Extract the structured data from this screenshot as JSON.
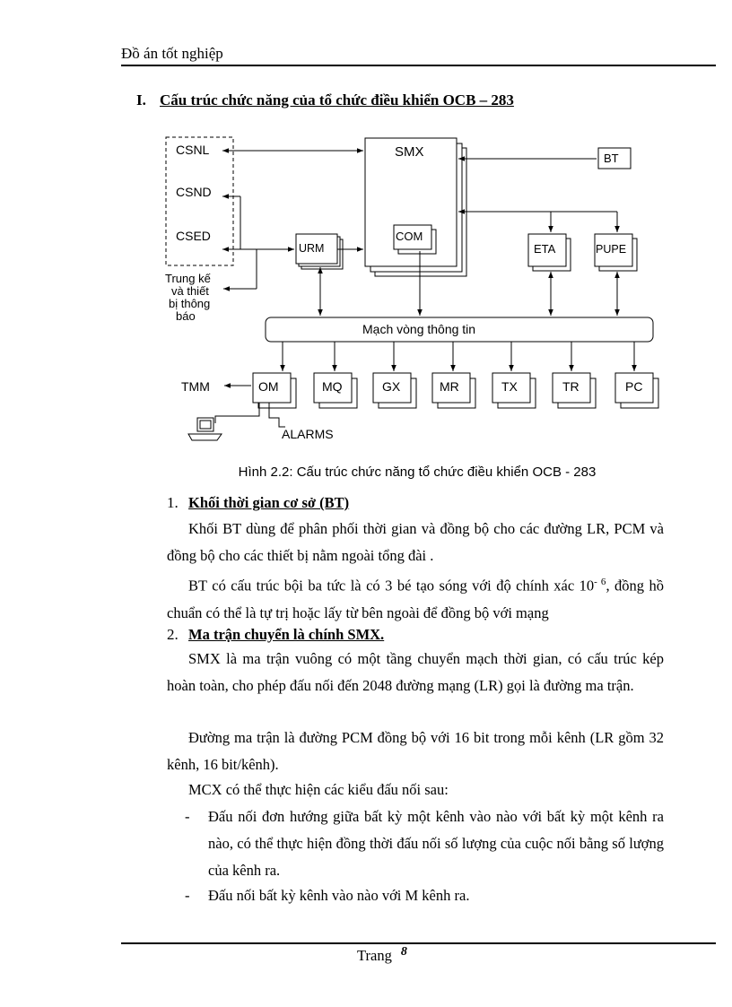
{
  "header": {
    "title": "Đồ án tốt nghiệp"
  },
  "section": {
    "number": "I.",
    "title": "Cấu trúc chức năng của tổ chức điều khiển OCB – 283"
  },
  "diagram": {
    "csnl": "CSNL",
    "csnd": "CSND",
    "csed": "CSED",
    "trunk_l1": "Trung kế",
    "trunk_l2": "và thiết",
    "trunk_l3": "bị thông",
    "trunk_l4": "báo",
    "smx": "SMX",
    "com": "COM",
    "bt": "BT",
    "urm": "URM",
    "eta": "ETA",
    "pupe": "PUPE",
    "ring": "Mạch vòng thông tin",
    "tmm": "TMM",
    "om": "OM",
    "mq": "MQ",
    "gx": "GX",
    "mr": "MR",
    "tx": "TX",
    "tr": "TR",
    "pc": "PC",
    "alarms": "ALARMS"
  },
  "caption": "Hình 2.2: Cấu trúc chức năng tổ chức điều khiển OCB - 283",
  "s1": {
    "number": "1.",
    "title": "Khối thời gian cơ sở (BT)",
    "p1": "Khối BT dùng để phân phối thời gian và đồng bộ cho các đường LR, PCM và đồng bộ cho các thiết bị nằm ngoài tổng đài .",
    "p2_pre": "BT có cấu trúc bội ba tức là có 3 bé tạo sóng với độ chính xác 10",
    "p2_exp": "- 6",
    "p2_post": ", đồng hồ chuẩn có thể là tự trị hoặc lấy từ bên ngoài để đồng bộ với mạng"
  },
  "s2": {
    "number": "2.",
    "title": "Ma trận chuyển là chính SMX.",
    "p1": "SMX là ma trận vuông có một tầng chuyển mạch thời gian, có cấu trúc kép hoàn toàn, cho phép đấu nối đến 2048 đường mạng (LR) gọi là đường ma trận.",
    "p2": "Đường ma trận là đường PCM đồng bộ với 16 bit trong mỗi kênh (LR gồm 32 kênh, 16 bit/kênh).",
    "p3": "MCX có thể thực hiện các kiểu đấu nối sau:",
    "b1": "Đấu nối đơn hướng giữa bất kỳ một kênh vào nào với bất kỳ một kênh ra nào, có thể thực hiện đồng thời đấu nối số lượng của cuộc nối bằng số lượng của kênh ra.",
    "b2": "Đấu nối bất kỳ kênh vào nào với M kênh ra."
  },
  "footer": {
    "label": "Trang",
    "page": "8"
  }
}
